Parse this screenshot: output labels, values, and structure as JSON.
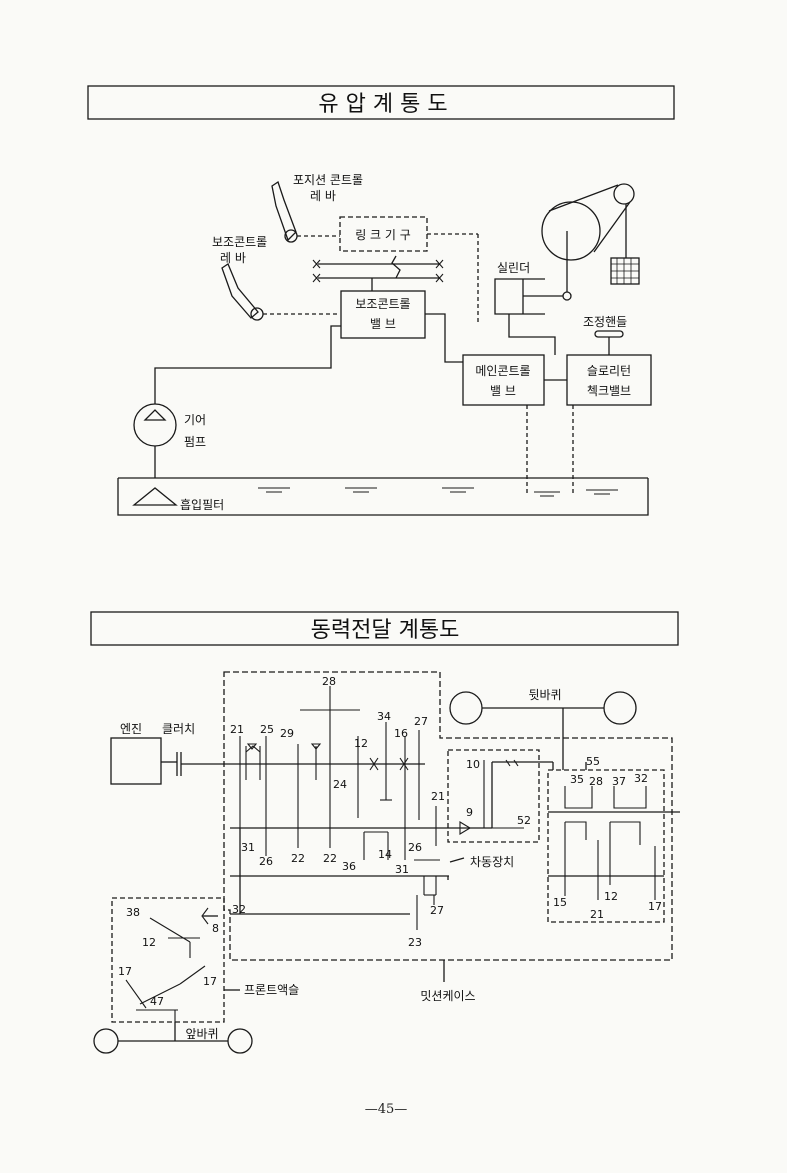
{
  "hydraulic": {
    "title": "유 압 계 통 도",
    "position_lever_1": "포지션 콘트롤",
    "position_lever_2": "레 바",
    "aux_lever_1": "보조콘트롤",
    "aux_lever_2": "레 바",
    "link": "링 크 기 구",
    "aux_valve_1": "보조콘트롤",
    "aux_valve_2": "밸 브",
    "cylinder": "실린더",
    "adjust_handle": "조정핸들",
    "main_valve_1": "메인콘트롤",
    "main_valve_2": "밸 브",
    "slow_return_1": "슬로리턴",
    "slow_return_2": "첵크밸브",
    "gear_pump_1": "기어",
    "gear_pump_2": "펌프",
    "suction_filter": "흡입필터"
  },
  "power": {
    "title": "동력전달 계통도",
    "engine": "엔진",
    "clutch": "클러치",
    "rear_wheel": "뒷바퀴",
    "differential": "차동장치",
    "mission_case": "밋션케이스",
    "front_axle": "프론트액슬",
    "front_wheel": "앞바퀴",
    "gear_numbers": {
      "g28": "28",
      "g34": "34",
      "g27a": "27",
      "g21a": "21",
      "g25": "25",
      "g29": "29",
      "g12a": "12",
      "g16": "16",
      "g10": "10",
      "g55": "55",
      "g24": "24",
      "g21b": "21",
      "g9": "9",
      "g52": "52",
      "g35": "35",
      "g28b": "28",
      "g37": "37",
      "g32a": "32",
      "g31a": "31",
      "g26a": "26",
      "g22a": "22",
      "g22b": "22",
      "g36": "36",
      "g14": "14",
      "g31b": "31",
      "g26b": "26",
      "g27b": "27",
      "g32b": "32",
      "g23": "23",
      "g15": "15",
      "g21c": "21",
      "g12b": "12",
      "g17a": "17",
      "g38": "38",
      "g8": "8",
      "g12c": "12",
      "g17b": "17",
      "g17c": "17",
      "g47": "47"
    }
  },
  "page_number": "—45—"
}
